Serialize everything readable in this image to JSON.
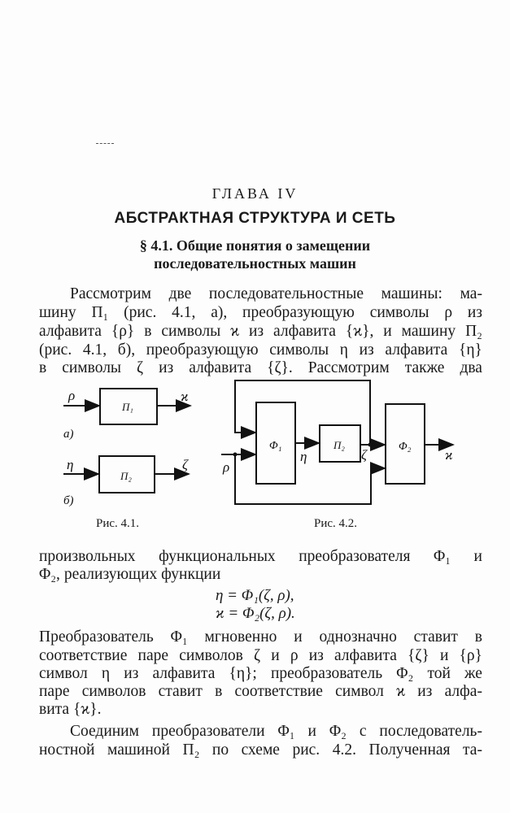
{
  "heading": {
    "chapter": "ГЛАВА IV",
    "title": "АБСТРАКТНАЯ СТРУКТУРА И СЕТЬ"
  },
  "section": {
    "lines": [
      "§ 4.1. Общие понятия о замещении",
      "последовательностных машин"
    ]
  },
  "paragraph1": {
    "lines": [
      "Рассмотрим две последовательностные машины: ма-",
      "шину П₁ (рис. 4.1, а), преобразующую символы ρ из",
      "алфавита {ρ} в символы ϰ из алфавита {ϰ}, и машину П₂",
      "(рис. 4.1, б), преобразующую символы η из алфавита {η}",
      "в символы ζ из алфавита {ζ}. Рассмотрим также два"
    ]
  },
  "figure_4_1": {
    "caption": "Рис. 4.1.",
    "a": {
      "input": "ρ",
      "box": "П₁",
      "output": "ϰ",
      "label": "а)"
    },
    "b": {
      "input": "η",
      "box": "П₂",
      "output": "ζ",
      "label": "б)"
    }
  },
  "figure_4_2": {
    "caption": "Рис. 4.2.",
    "input": "ρ",
    "phi1": "Φ₁",
    "eta": "η",
    "p2": "П₂",
    "zeta": "ζ",
    "phi2": "Φ₂",
    "output": "ϰ"
  },
  "paragraph2": {
    "lines": [
      "произвольных функциональных преобразователя Φ₁ и",
      "Φ₂, реализующих функции"
    ]
  },
  "formulas": [
    "η = Φ₁(ζ, ρ),",
    "ϰ = Φ₂(ζ, ρ)."
  ],
  "paragraph3": {
    "lines": [
      "Преобразователь Φ₁ мгновенно и однозначно ставит в",
      "соответствие паре символов ζ и ρ из алфавита {ζ} и {ρ}",
      "символ η из алфавита {η}; преобразователь Φ₂ той же",
      "паре символов ставит в соответствие символ ϰ из алфа-",
      "вита {ϰ}."
    ]
  },
  "paragraph4": {
    "lines": [
      "Соединим преобразователи Φ₁ и Φ₂ с последователь-",
      "ностной машиной П₂ по схеме рис. 4.2. Полученная та-"
    ]
  }
}
